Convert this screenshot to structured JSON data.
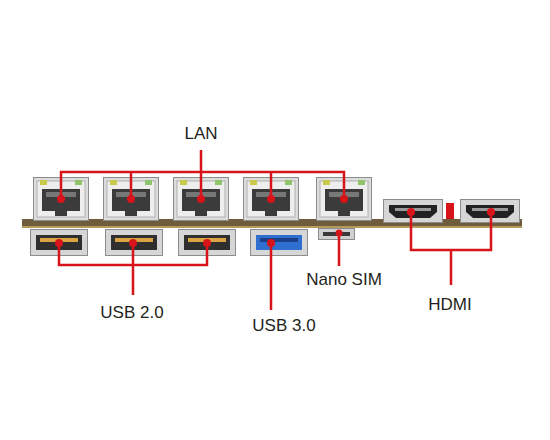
{
  "diagram": {
    "labels": [
      "LAN",
      "USB 2.0",
      "USB 3.0",
      "Nano SIM",
      "HDMI"
    ]
  }
}
